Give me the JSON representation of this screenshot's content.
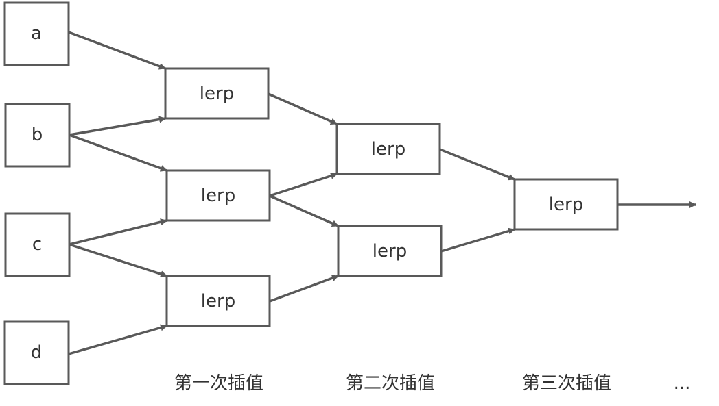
{
  "nodes": {
    "a": "a",
    "b": "b",
    "c": "c",
    "d": "d",
    "l1a": "lerp",
    "l1b": "lerp",
    "l1c": "lerp",
    "l2a": "lerp",
    "l2b": "lerp",
    "l3": "lerp"
  },
  "captions": {
    "stage1": "第一次插值",
    "stage2": "第二次插值",
    "stage3": "第三次插值",
    "more": "..."
  },
  "edges": [
    [
      "a",
      "l1a"
    ],
    [
      "b",
      "l1a"
    ],
    [
      "b",
      "l1b"
    ],
    [
      "c",
      "l1b"
    ],
    [
      "c",
      "l1c"
    ],
    [
      "d",
      "l1c"
    ],
    [
      "l1a",
      "l2a"
    ],
    [
      "l1b",
      "l2a"
    ],
    [
      "l1b",
      "l2b"
    ],
    [
      "l1c",
      "l2b"
    ],
    [
      "l2a",
      "l3"
    ],
    [
      "l2b",
      "l3"
    ],
    [
      "l3",
      "output"
    ]
  ],
  "colors": {
    "stroke": "#595959",
    "text": "#333333",
    "background": "#ffffff"
  }
}
